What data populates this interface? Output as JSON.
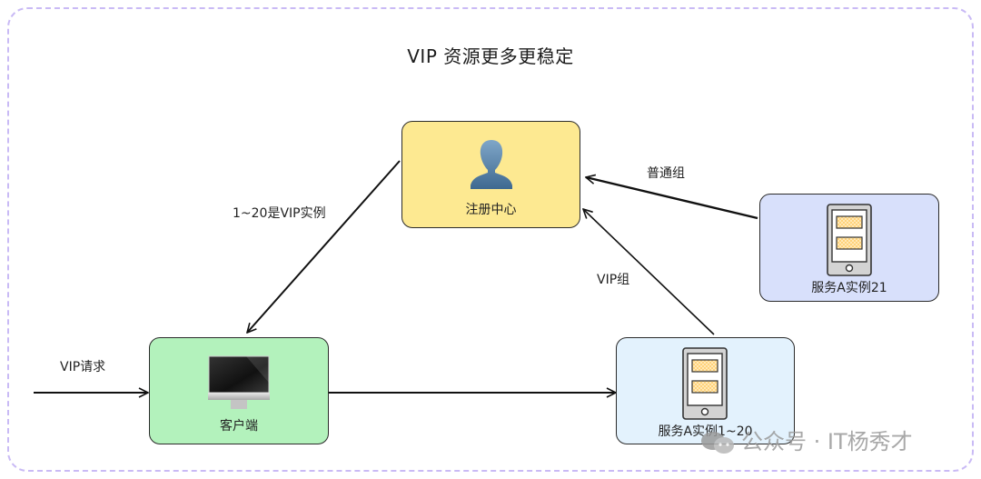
{
  "title": "VIP 资源更多更稳定",
  "colors": {
    "registry_fill": "#fde991",
    "client_fill": "#b3f2bc",
    "vip_service_fill": "#e3f2fd",
    "normal_service_fill": "#d8e0fb",
    "frame_border": "#c9baf5"
  },
  "nodes": {
    "registry": {
      "label": "注册中心",
      "icon": "user-icon"
    },
    "client": {
      "label": "客户端",
      "icon": "monitor-icon"
    },
    "service_vip": {
      "label": "服务A实例1~20",
      "icon": "tablet-icon"
    },
    "service_normal": {
      "label": "服务A实例21",
      "icon": "tablet-icon"
    }
  },
  "edges": {
    "vip_request": "VIP请求",
    "registry_to_client": "1~20是VIP实例",
    "vip_group": "VIP组",
    "normal_group": "普通组"
  },
  "watermark": "公众号 · IT杨秀才"
}
